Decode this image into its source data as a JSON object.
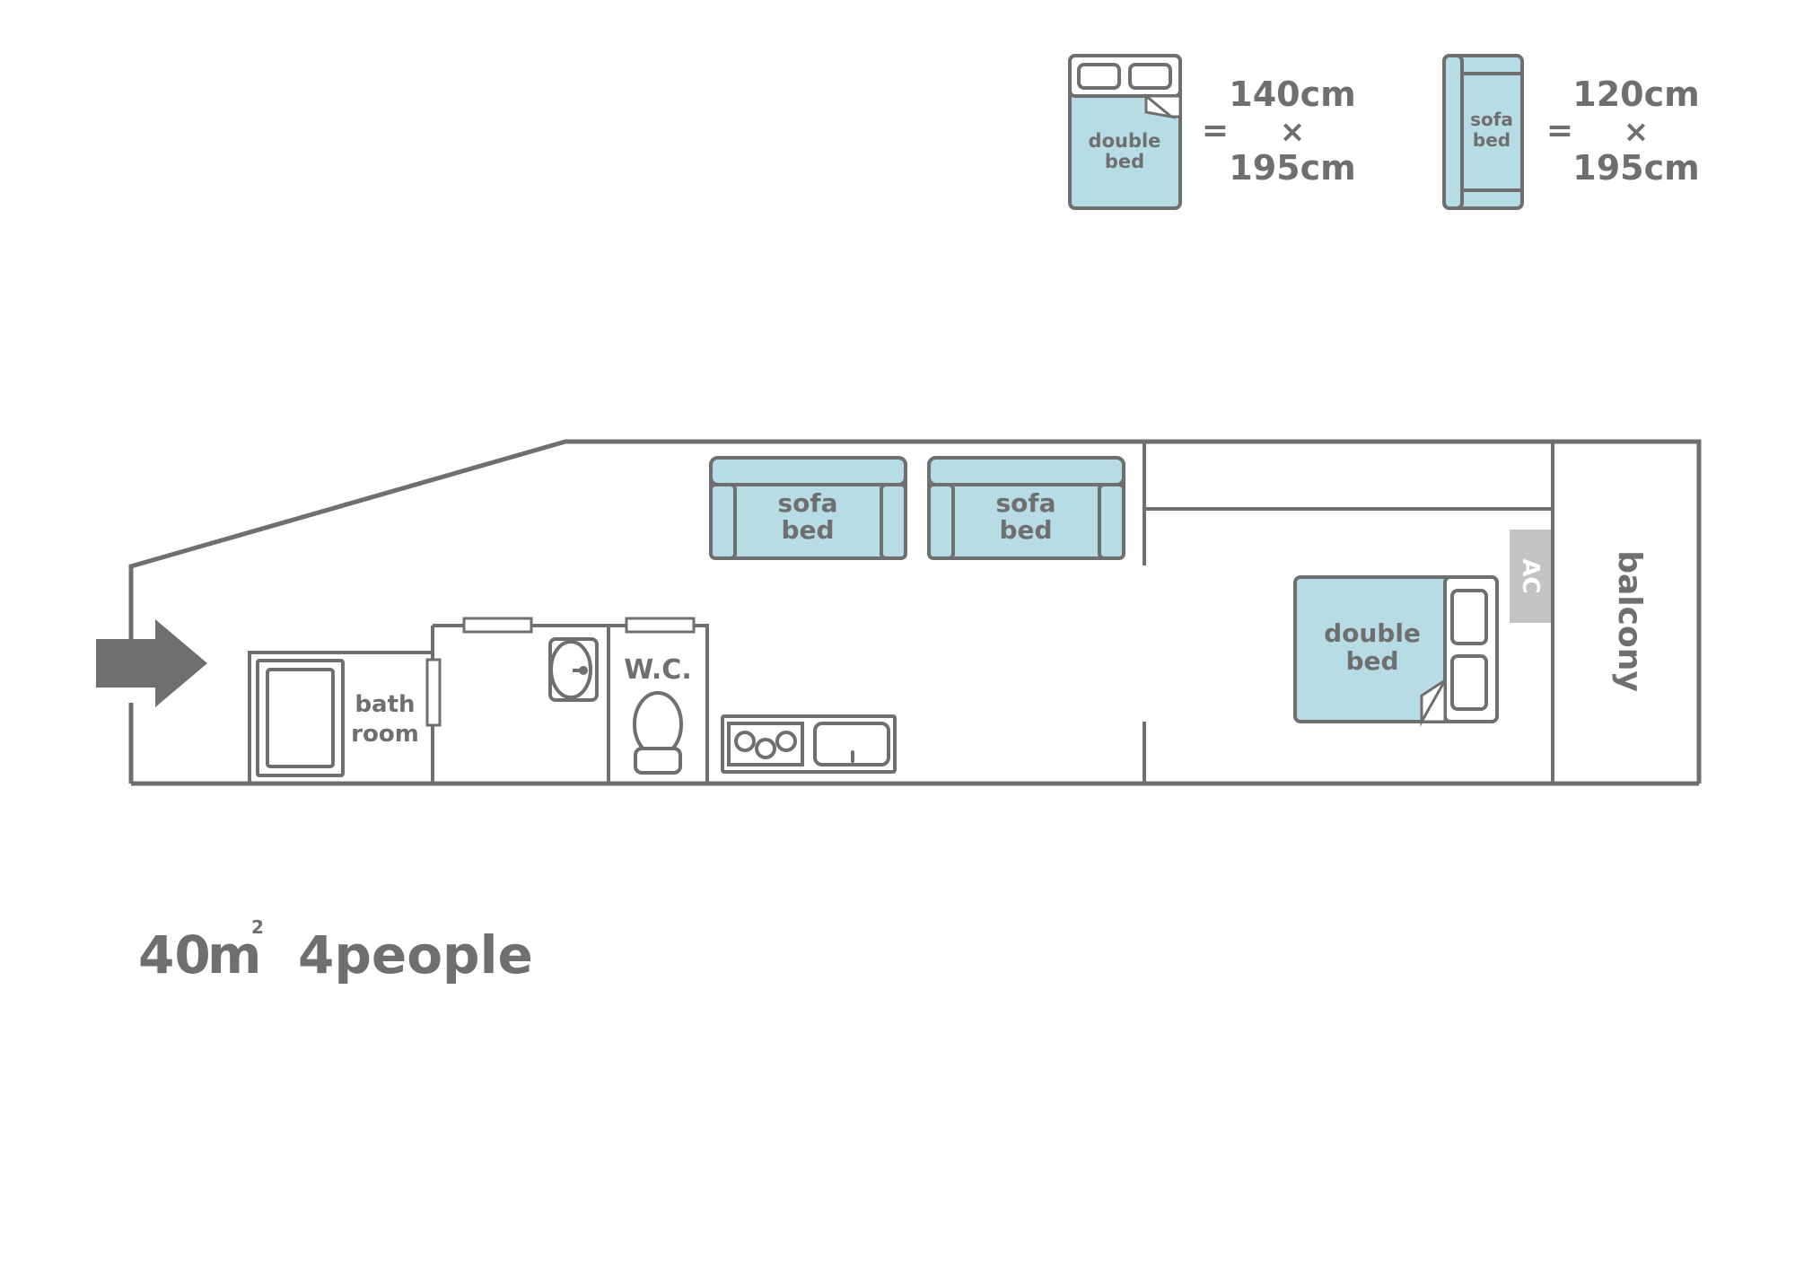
{
  "legend": {
    "double_bed": {
      "label_line1": "double",
      "label_line2": "bed",
      "equals": "=",
      "width": "140cm",
      "times": "×",
      "length": "195cm"
    },
    "sofa_bed": {
      "label_line1": "sofa",
      "label_line2": "bed",
      "equals": "=",
      "width": "120cm",
      "times": "×",
      "length": "195cm"
    }
  },
  "floor_plan": {
    "sofa_bed_1": {
      "line1": "sofa",
      "line2": "bed"
    },
    "sofa_bed_2": {
      "line1": "sofa",
      "line2": "bed"
    },
    "double_bed": {
      "line1": "double",
      "line2": "bed"
    },
    "ac_label": "AC",
    "balcony_label": "balcony",
    "bathroom": {
      "line1": "bath",
      "line2": "room"
    },
    "wc_label": "W.C."
  },
  "summary": {
    "area_number": "40",
    "area_unit": "m",
    "area_superscript": "2",
    "capacity": "4people"
  },
  "colors": {
    "wall": "#6f6f6f",
    "furniture_fill": "#b8dce6",
    "ac_fill": "#c3c3c3",
    "text": "#6f6f6f"
  }
}
